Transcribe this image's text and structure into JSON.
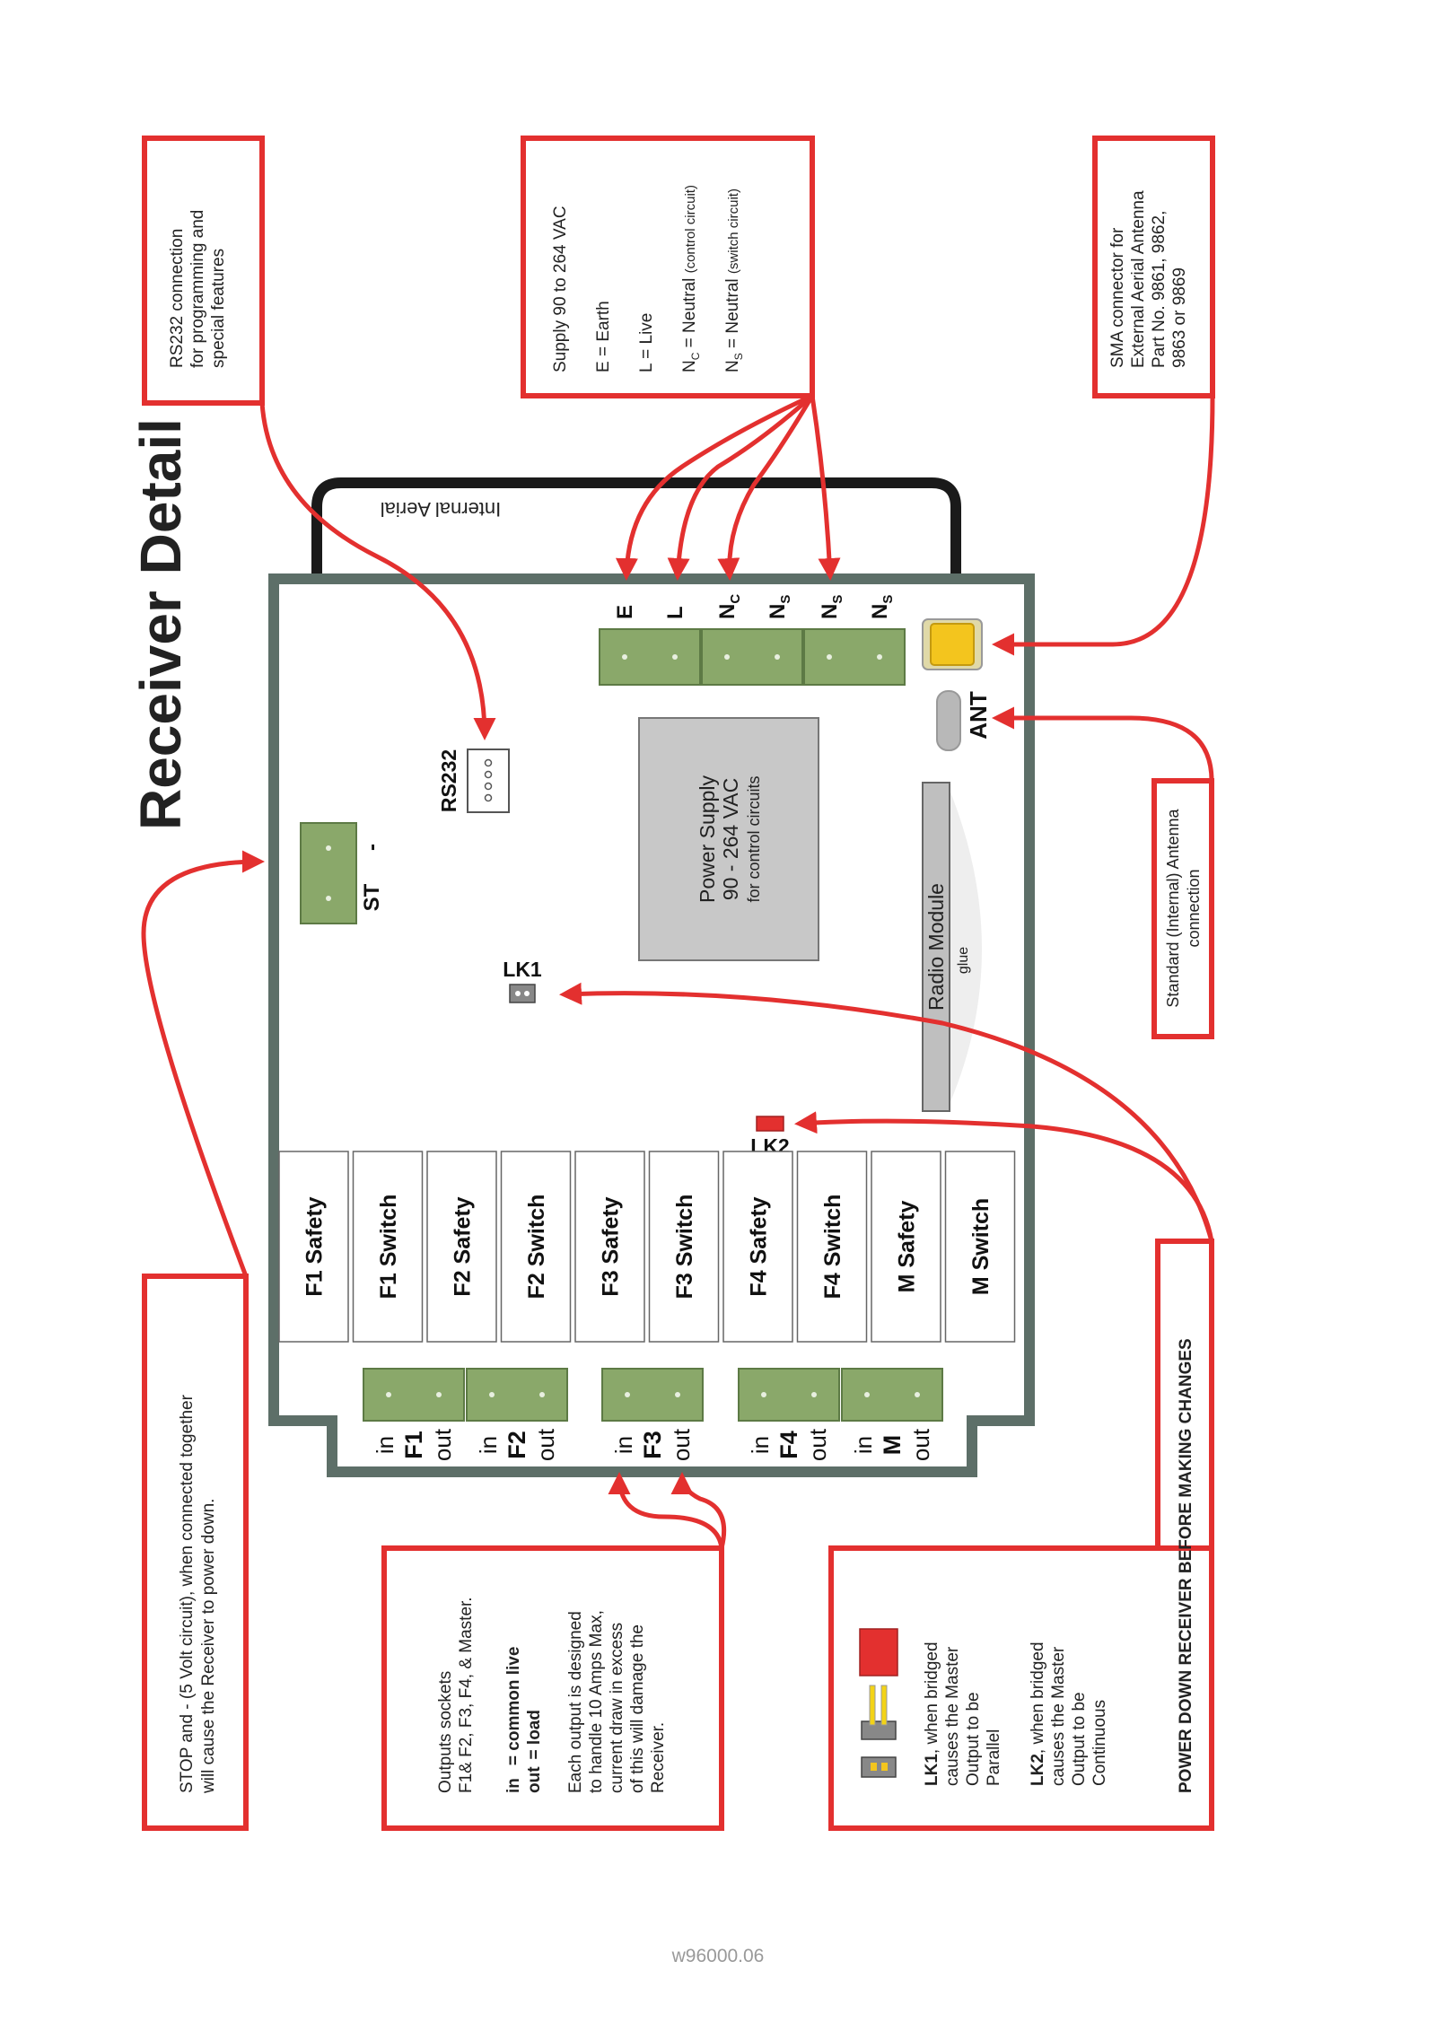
{
  "title": "Receiver Detail",
  "internal_aerial_label": "Internal Aerial",
  "callouts": {
    "rs232": [
      "RS232 connection",
      "for programming and",
      "special features"
    ],
    "supply": {
      "heading": "Supply 90 to 264 VAC",
      "earth": "E = Earth",
      "live": "L = Live",
      "nc_symbol": "N",
      "nc_sub": "C",
      "nc_text": " = Neutral ",
      "nc_note": "(control circuit)",
      "ns_symbol": "N",
      "ns_sub": "S",
      "ns_text": " = Neutral ",
      "ns_note": "(switch circuit)"
    },
    "sma": [
      "SMA connector for",
      "External Aerial Antenna",
      "Part No. 9861, 9862,",
      "9863 or 9869"
    ],
    "antenna": [
      "Standard (Internal) Antenna",
      "connection"
    ],
    "stop": [
      "STOP and - (5 Volt circuit), when connected together",
      "will cause the Receiver to power down."
    ],
    "outputs": {
      "line1": "Outputs sockets",
      "line2": "F1& F2, F3, F4, & Master.",
      "in_key": "in",
      "in_val": "= common live",
      "out_key": "out",
      "out_val": "= load",
      "desc": [
        "Each output is designed",
        "to handle 10 Amps Max,",
        "current draw in excess",
        "of this will damage the",
        "Receiver."
      ]
    },
    "links": {
      "lk1_key": "LK1",
      "lk1_text": ", when bridged",
      "lk1_rest": [
        "causes the Master",
        "Output to be",
        "Parallel"
      ],
      "lk2_key": "LK2",
      "lk2_text": ", when bridged",
      "lk2_rest": [
        "causes the Master",
        "Output to be",
        "Continuous"
      ],
      "warning": "POWER DOWN RECEIVER BEFORE MAKING CHANGES"
    }
  },
  "board": {
    "power_terminals": [
      "E",
      "L",
      "N",
      "N",
      "N",
      "N"
    ],
    "power_terminal_subs": [
      "",
      "",
      "C",
      "S",
      "S",
      "S"
    ],
    "rs232_label": "RS232",
    "st_label": "ST",
    "minus_label": "-",
    "power_supply": [
      "Power Supply",
      "90 - 264 VAC",
      "for control circuits"
    ],
    "radio_module": "Radio Module",
    "glue": "glue",
    "ant_label": "ANT",
    "lk1_label": "LK1",
    "lk2_label": "LK2",
    "relays": [
      "F1 Safety",
      "F1 Switch",
      "F2 Safety",
      "F2 Switch",
      "F3 Safety",
      "F3 Switch",
      "F4 Safety",
      "F4 Switch",
      "M Safety",
      "M Switch"
    ],
    "output_in": [
      "in",
      "in",
      "in",
      "in",
      "in"
    ],
    "output_names": [
      "F1",
      "F2",
      "F3",
      "F4",
      "M"
    ],
    "output_out": [
      "out",
      "out",
      "out",
      "out",
      "out"
    ]
  },
  "footer": "w96000.06",
  "colors": {
    "callout_red": "#e3302f",
    "board_border": "#5d6f68",
    "terminal_green": "#8aa86a",
    "power_supply_grey": "#c8c8c8",
    "radio_module_grey": "#bfbfbf",
    "sma_yellow": "#f3c51e",
    "lk2_red": "#e3302f"
  },
  "icons": [
    "jumper-open-icon",
    "jumper-bridged-icon",
    "jumper-red-icon"
  ]
}
